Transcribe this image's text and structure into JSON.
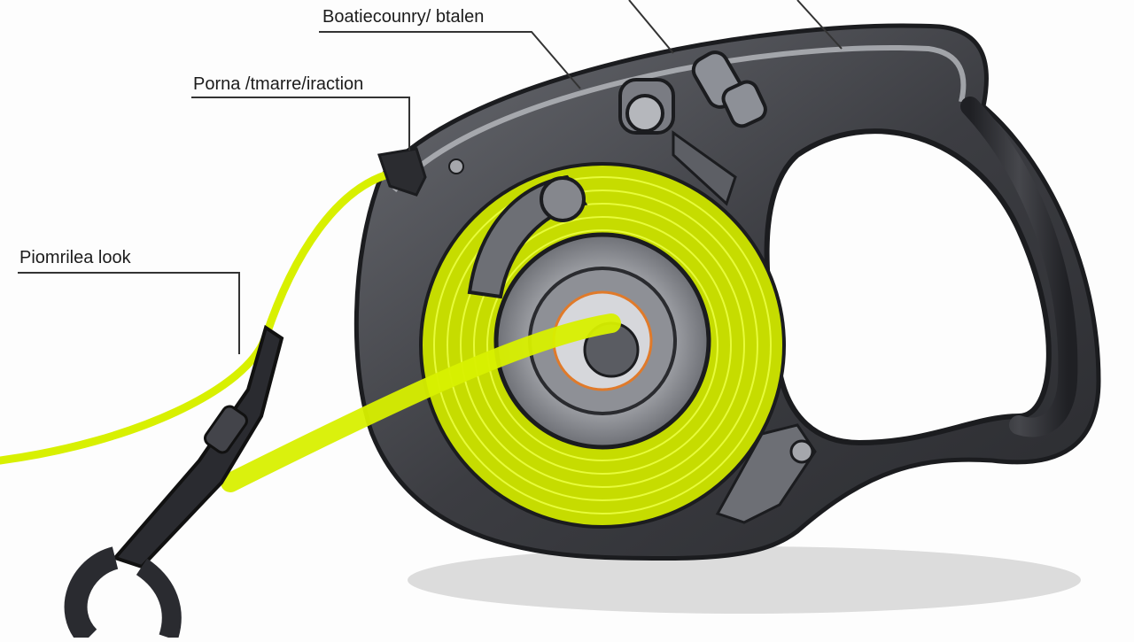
{
  "labels": {
    "top": "Boatiecounry/ btalen",
    "middle": "Porna /tmarre/iraction",
    "left": "Piomrilea look"
  },
  "colors": {
    "background": "#fdfdfd",
    "casing": "#3a3b40",
    "casing_highlight": "#8d9097",
    "tape": "#d8f000",
    "hub": "#9a9ca2",
    "leader_line": "#333333"
  },
  "icons": [
    "retractable-leash-device",
    "leash-clip-icon"
  ]
}
